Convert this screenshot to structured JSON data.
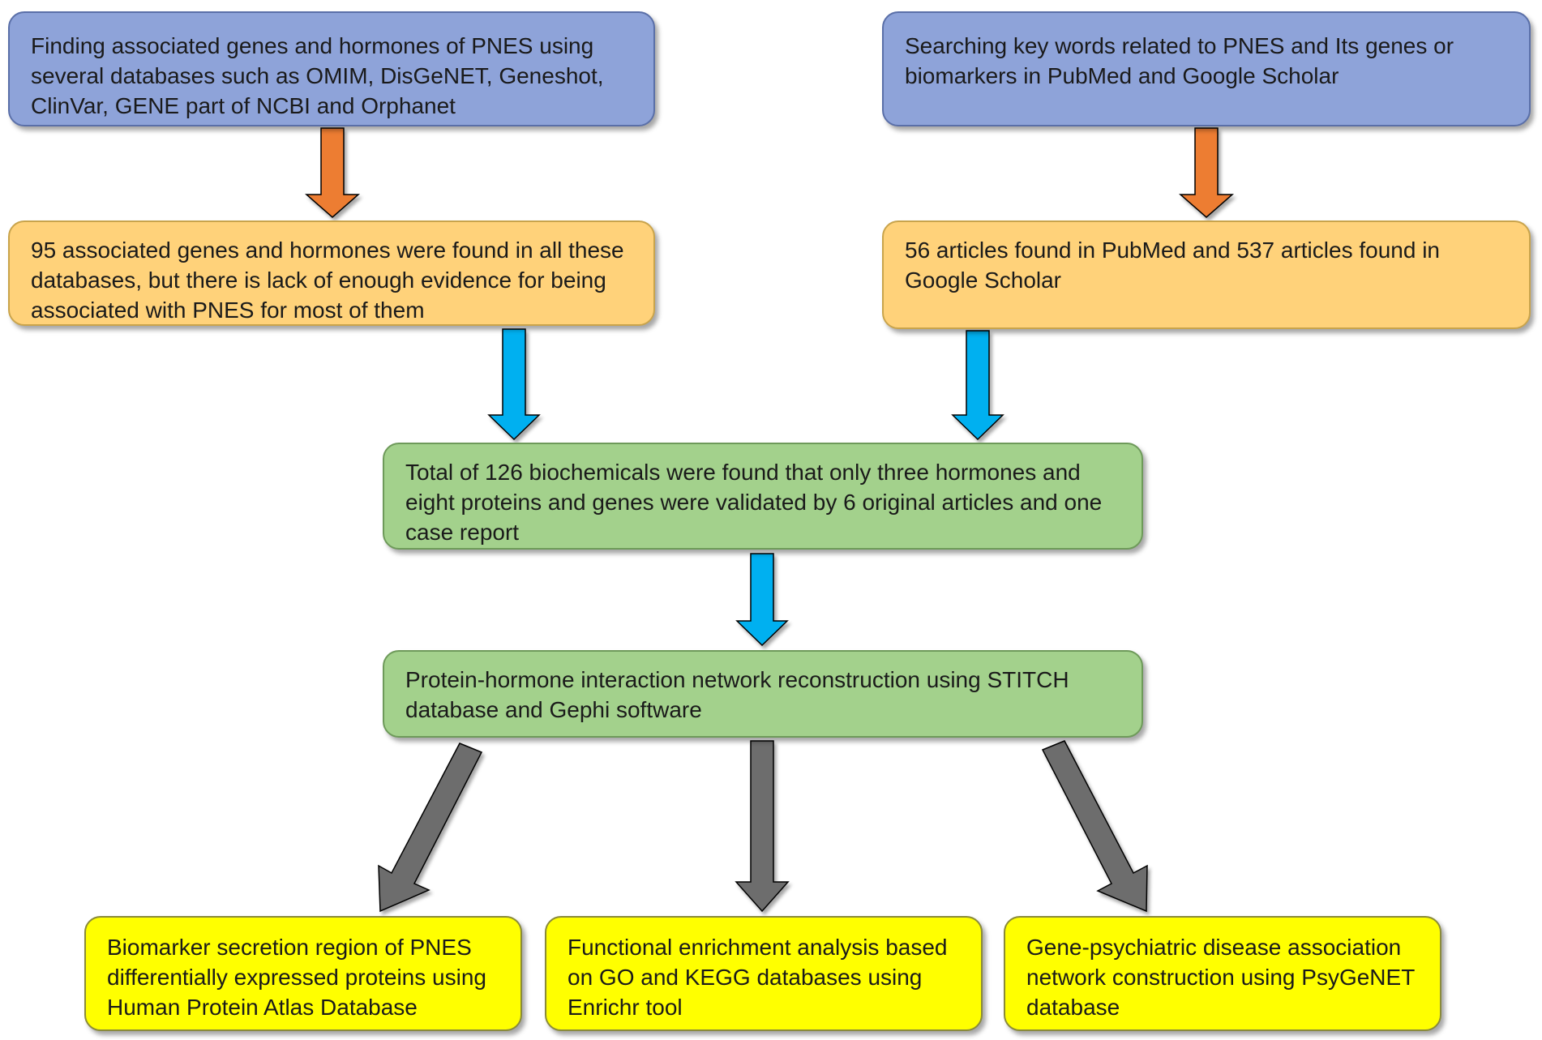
{
  "boxes": {
    "genes_search": "Finding associated genes and hormones of PNES using several databases such as  OMIM, DisGeNET, Geneshot, ClinVar, GENE part of NCBI and Orphanet",
    "keywords_search": "Searching key words related to PNES and Its genes or biomarkers in PubMed and Google Scholar",
    "genes_found": "95 associated genes and hormones were found in all these databases, but there is lack of enough evidence for being associated with PNES for most of them",
    "articles_found": "56 articles found in PubMed and 537 articles found in Google Scholar",
    "biochemicals_total": "Total of 126  biochemicals were found that only three hormones and eight proteins and genes were validated by 6 original articles and one case report",
    "network_reconstruction": "Protein-hormone interaction network reconstruction using STITCH database and Gephi software",
    "biomarker_region": "Biomarker secretion region of PNES differentially expressed proteins using Human Protein Atlas Database",
    "functional_enrichment": "Functional enrichment analysis based on GO and KEGG databases using Enrichr tool",
    "disease_association": "Gene-psychiatric disease association network construction using PsyGeNET database"
  },
  "colors": {
    "box_blue": "#8ea3d9",
    "box_orange": "#ffd27a",
    "box_green": "#a3d18c",
    "box_yellow": "#ffff00",
    "arrow_orange": "#ed7d31",
    "arrow_blue": "#00b0f0",
    "arrow_gray": "#6d6d6d"
  }
}
